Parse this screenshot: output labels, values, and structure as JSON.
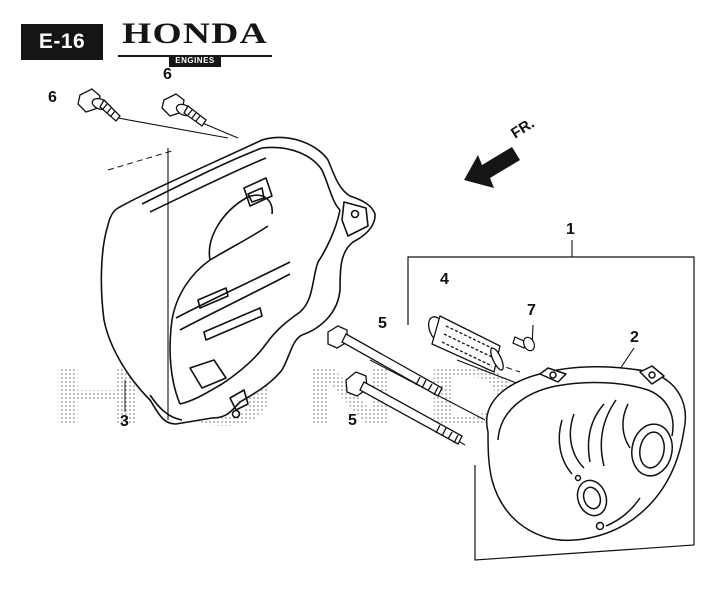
{
  "header": {
    "page_code": "E-16",
    "brand_name": "HONDA",
    "brand_subtitle": "ENGINES"
  },
  "watermark": {
    "text": "HONDA"
  },
  "direction": {
    "label": "FR."
  },
  "callouts": [
    {
      "id": "callout-1",
      "label": "1"
    },
    {
      "id": "callout-2",
      "label": "2"
    },
    {
      "id": "callout-3",
      "label": "3"
    },
    {
      "id": "callout-4",
      "label": "4"
    },
    {
      "id": "callout-5a",
      "label": "5"
    },
    {
      "id": "callout-5b",
      "label": "5"
    },
    {
      "id": "callout-6a",
      "label": "6"
    },
    {
      "id": "callout-6b",
      "label": "6"
    },
    {
      "id": "callout-7",
      "label": "7"
    }
  ],
  "colors": {
    "ink": "#151515",
    "watermark": "#bdbdbd",
    "paper": "#ffffff"
  }
}
